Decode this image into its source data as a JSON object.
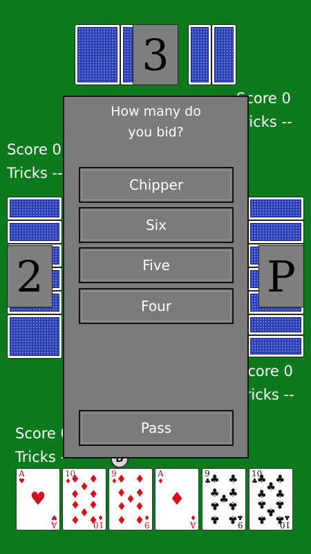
{
  "dialog": {
    "title_line1": "How many do",
    "title_line2": "you bid?",
    "options": [
      "Chipper",
      "Six",
      "Five",
      "Four"
    ],
    "pass_label": "Pass"
  },
  "players": {
    "top": {
      "seat": "3"
    },
    "left": {
      "seat": "2",
      "score": "Score 0",
      "tricks": "Tricks --"
    },
    "right": {
      "seat": "P",
      "score": "Score 0",
      "tricks": "Tricks --"
    },
    "top_right_info": {
      "score": "Score 0",
      "tricks": "Tricks --"
    },
    "bottom": {
      "score": "Score 0",
      "tricks": "Tricks --",
      "dealer_marker": "D"
    }
  },
  "hand": [
    {
      "rank": "A",
      "suit": "hearts",
      "symbol": "♥",
      "color": "#d4111b"
    },
    {
      "rank": "10",
      "suit": "diamonds",
      "symbol": "♦",
      "color": "#d4111b"
    },
    {
      "rank": "9",
      "suit": "diamonds",
      "symbol": "♦",
      "color": "#d4111b"
    },
    {
      "rank": "A",
      "suit": "diamonds",
      "symbol": "♦",
      "color": "#d4111b"
    },
    {
      "rank": "9",
      "suit": "clubs",
      "symbol": "♣",
      "color": "#111111"
    },
    {
      "rank": "10",
      "suit": "clubs",
      "symbol": "♣",
      "color": "#111111"
    }
  ],
  "colors": {
    "table": "#0a7a1c",
    "card_back": "#2a3fb0",
    "dialog": "#7b7b7b"
  }
}
